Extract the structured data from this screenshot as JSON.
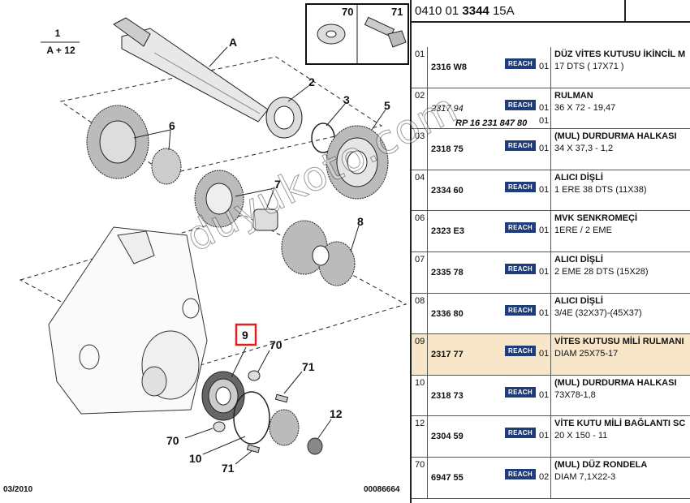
{
  "diagram": {
    "ratio_top": "1",
    "ratio_bottom": "A + 12",
    "date": "03/2010",
    "drawing_number": "00086664",
    "callouts": {
      "A": "A",
      "c2": "2",
      "c3": "3",
      "c5": "5",
      "c6": "6",
      "c7": "7",
      "c8": "8",
      "c9": "9",
      "c70a": "70",
      "c71a": "71",
      "c12": "12",
      "c70b": "70",
      "c10": "10",
      "c71b": "71"
    },
    "inset": {
      "left_label": "70",
      "right_label": "71"
    },
    "colors": {
      "highlight": "#e0201c",
      "ink": "#111111"
    }
  },
  "header": {
    "prefix": "0410 01",
    "code": "3344",
    "suffix": "15A"
  },
  "rows": [
    {
      "idx": "01",
      "ref": "2316 W8",
      "ref_italic": false,
      "ref2": "",
      "badge": "REACH",
      "qty": "01",
      "qty2": "",
      "desc": "DÜZ VİTES KUTUSU İKİNCİL M",
      "spec": "17 DTS ( 17X71 )",
      "selected": false
    },
    {
      "idx": "02",
      "ref": "2317 94",
      "ref_italic": true,
      "ref2": "RP 16 231 847 80",
      "badge": "REACH",
      "qty": "01",
      "qty2": "01",
      "desc": "RULMAN",
      "spec": "36 X 72 - 19,47",
      "selected": false
    },
    {
      "idx": "03",
      "ref": "2318 75",
      "ref_italic": false,
      "ref2": "",
      "badge": "REACH",
      "qty": "01",
      "qty2": "",
      "desc": "(MUL) DURDURMA HALKASI",
      "spec": "34 X 37,3 - 1,2",
      "selected": false
    },
    {
      "idx": "04",
      "ref": "2334 60",
      "ref_italic": false,
      "ref2": "",
      "badge": "REACH",
      "qty": "01",
      "qty2": "",
      "desc": "ALICI DİŞLİ",
      "spec": "1 ERE 38 DTS (11X38)",
      "selected": false
    },
    {
      "idx": "06",
      "ref": "2323 E3",
      "ref_italic": false,
      "ref2": "",
      "badge": "REACH",
      "qty": "01",
      "qty2": "",
      "desc": "MVK SENKROMEÇİ",
      "spec": "1ERE / 2 EME",
      "selected": false
    },
    {
      "idx": "07",
      "ref": "2335 78",
      "ref_italic": false,
      "ref2": "",
      "badge": "REACH",
      "qty": "01",
      "qty2": "",
      "desc": "ALICI DİŞLİ",
      "spec": "2 EME 28 DTS (15X28)",
      "selected": false
    },
    {
      "idx": "08",
      "ref": "2336 80",
      "ref_italic": false,
      "ref2": "",
      "badge": "REACH",
      "qty": "01",
      "qty2": "",
      "desc": "ALICI DİŞLİ",
      "spec": "3/4E (32X37)-(45X37)",
      "selected": false
    },
    {
      "idx": "09",
      "ref": "2317 77",
      "ref_italic": false,
      "ref2": "",
      "badge": "REACH",
      "qty": "01",
      "qty2": "",
      "desc": "VİTES KUTUSU MİLİ RULMANI",
      "spec": "DIAM 25X75-17",
      "selected": true
    },
    {
      "idx": "10",
      "ref": "2318 73",
      "ref_italic": false,
      "ref2": "",
      "badge": "REACH",
      "qty": "01",
      "qty2": "",
      "desc": "(MUL) DURDURMA HALKASI",
      "spec": "73X78-1,8",
      "selected": false
    },
    {
      "idx": "12",
      "ref": "2304 59",
      "ref_italic": false,
      "ref2": "",
      "badge": "REACH",
      "qty": "01",
      "qty2": "",
      "desc": "VİTE KUTU MİLİ BAĞLANTI SC",
      "spec": "20 X 150 - 11",
      "selected": false
    },
    {
      "idx": "70",
      "ref": "6947 55",
      "ref_italic": false,
      "ref2": "",
      "badge": "REACH",
      "qty": "02",
      "qty2": "",
      "desc": "(MUL) DÜZ RONDELA",
      "spec": "DIAM 7,1X22-3",
      "selected": false
    }
  ],
  "watermark": "duyukoto.com"
}
